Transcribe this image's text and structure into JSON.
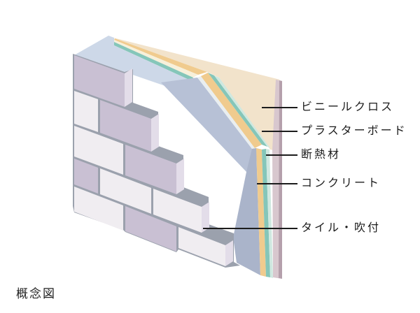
{
  "caption": "概念図",
  "labels": [
    {
      "text": "ビニールクロス",
      "layer": "vinyl-cloth"
    },
    {
      "text": "プラスターボード",
      "layer": "plasterboard"
    },
    {
      "text": "断熱材",
      "layer": "insulation"
    },
    {
      "text": "コンクリート",
      "layer": "concrete"
    },
    {
      "text": "タイル・吹付",
      "layer": "tile-spray"
    }
  ],
  "palette": {
    "beige": "#f2e3cb",
    "orange": "#f0cb8e",
    "cream": "#f7f0da",
    "teal": "#85c6b9",
    "mint": "#cfe8e0",
    "pale": "#e9eef0",
    "concrete-top": "#cdd8e8",
    "concrete-chamfer": "#b7c1d6",
    "concrete-side": "#aab4ca",
    "mortar": "#9ba1ad",
    "brick-lavender": "#c9c0d3",
    "brick-white": "#f0edf1",
    "brick-edge": "#e3dde9",
    "pink": "#d8c7ce",
    "mauve": "#b5a0ac",
    "line": "#1c1c1c"
  }
}
